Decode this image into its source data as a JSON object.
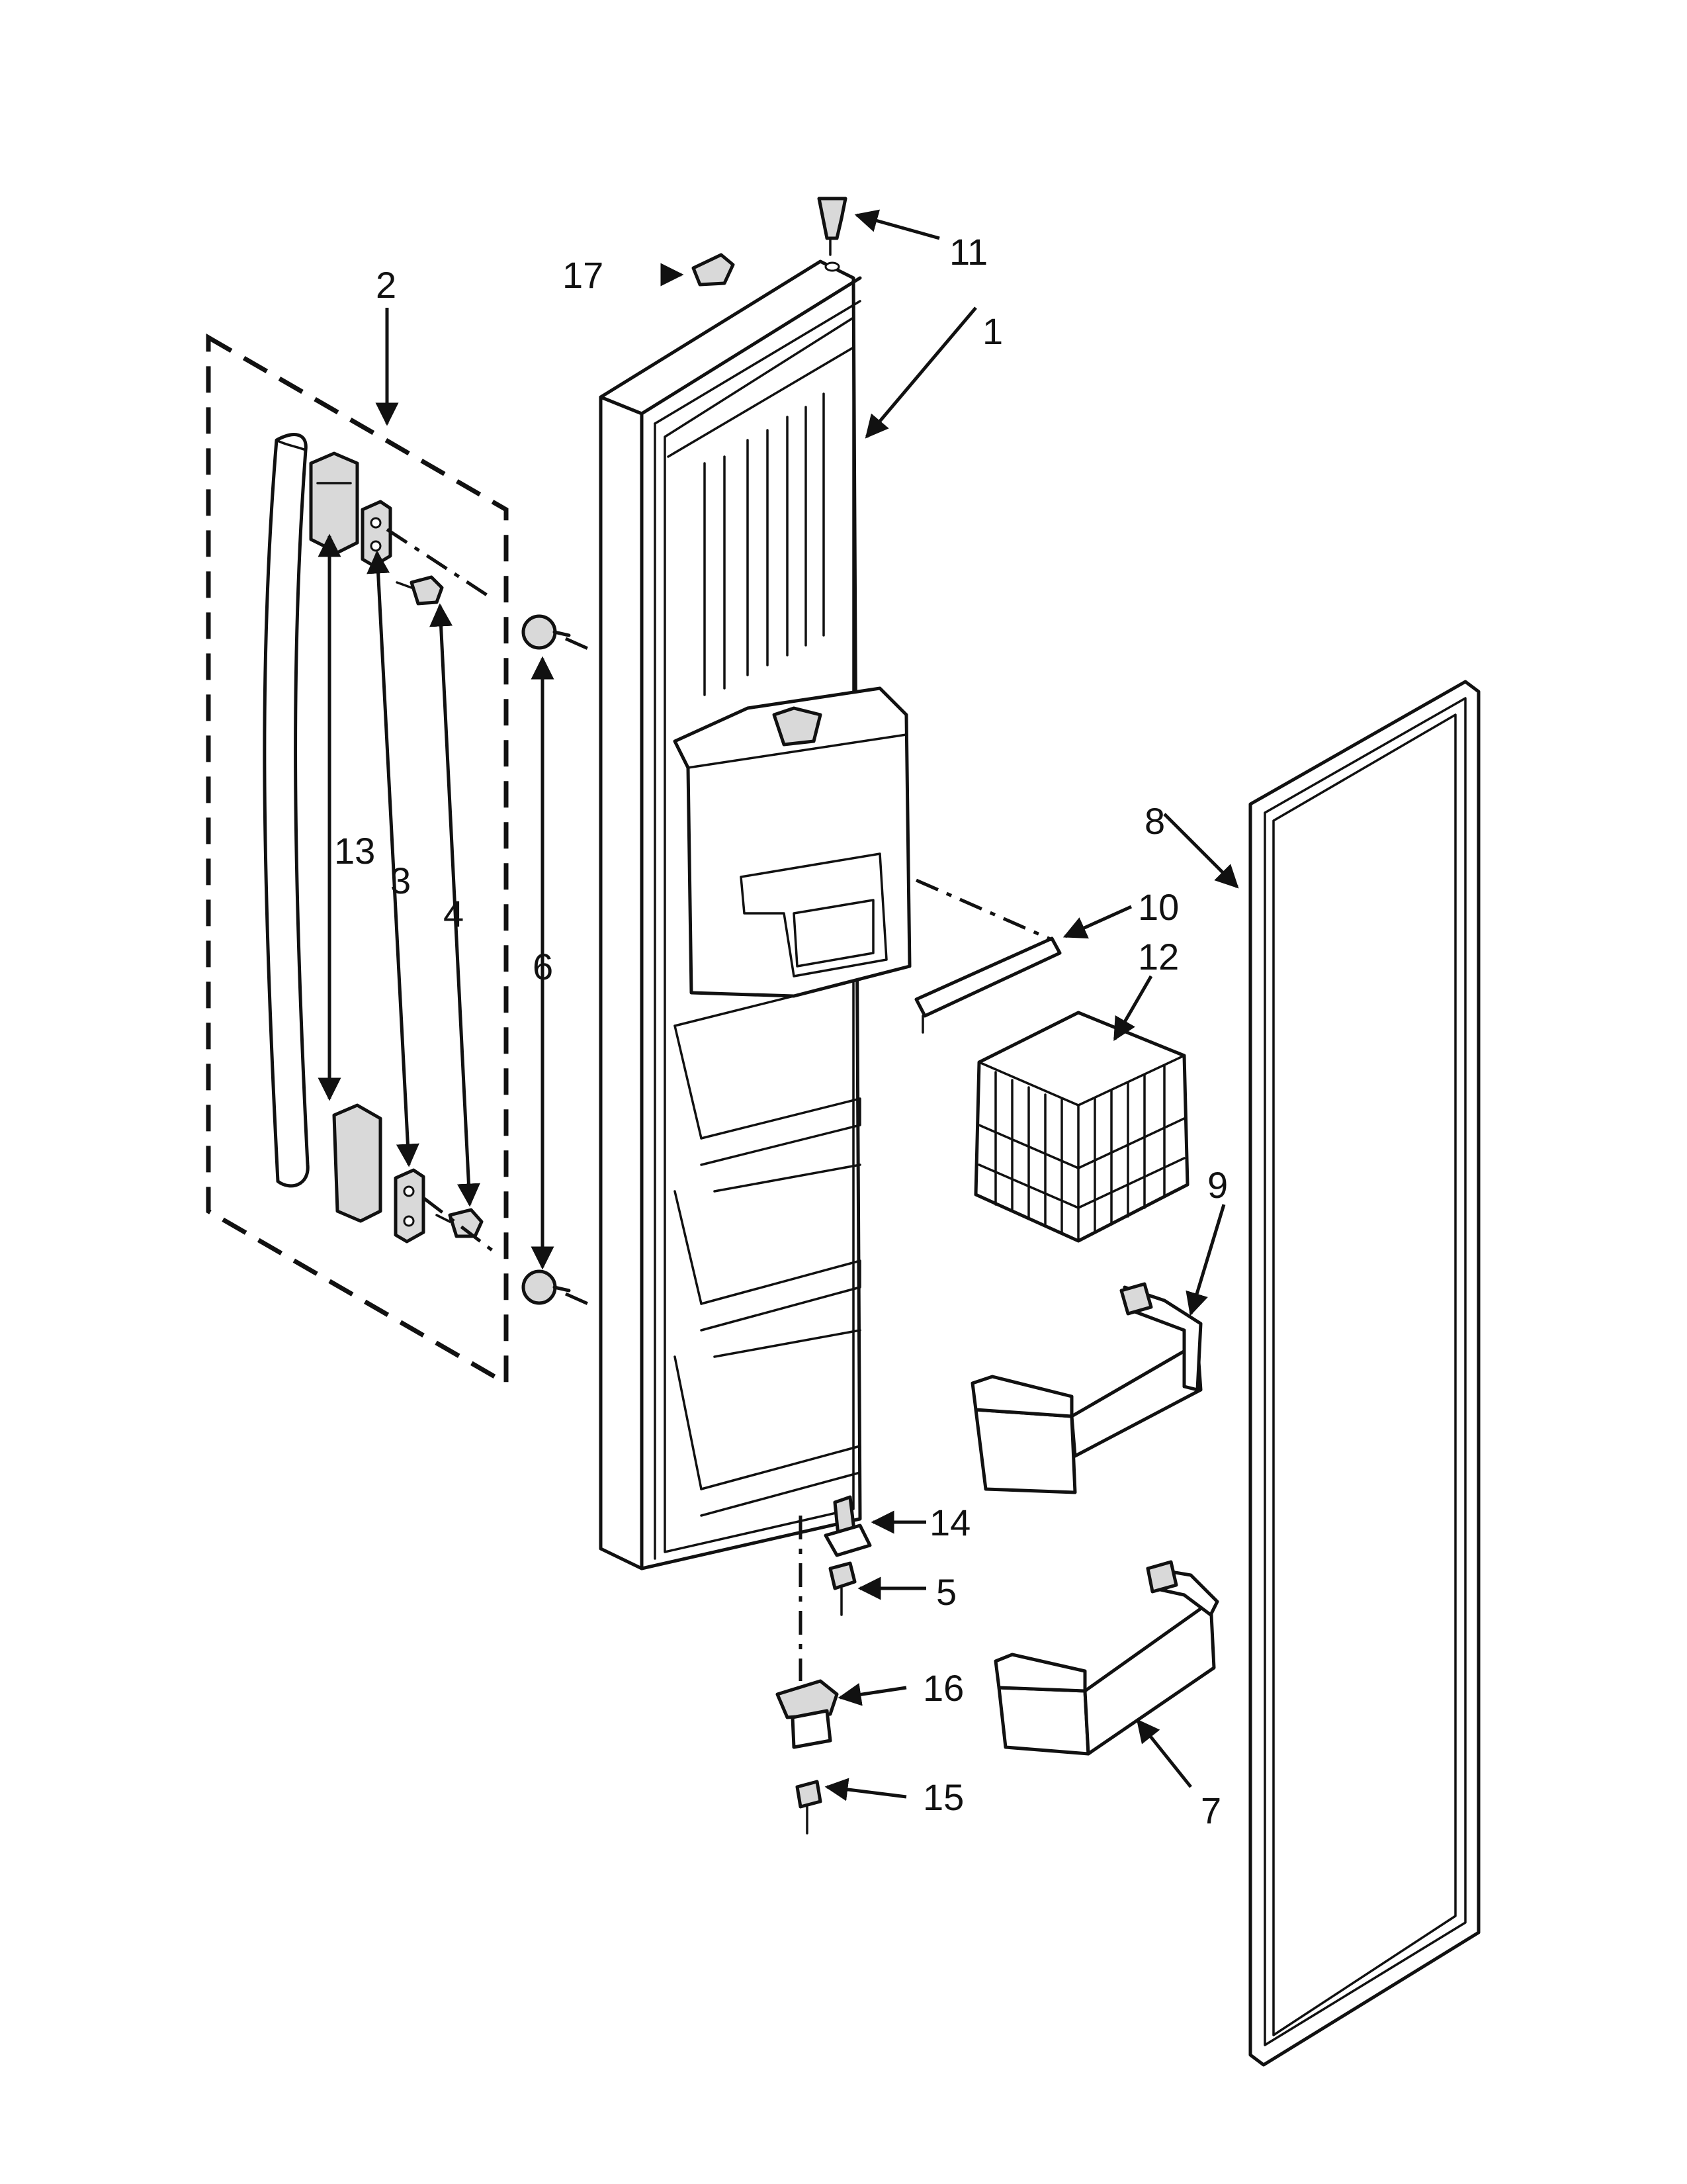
{
  "diagram": {
    "type": "exploded-parts-diagram",
    "callouts": [
      {
        "id": "c1",
        "text": "1"
      },
      {
        "id": "c2",
        "text": "2"
      },
      {
        "id": "c3",
        "text": "3"
      },
      {
        "id": "c4",
        "text": "4"
      },
      {
        "id": "c5",
        "text": "5"
      },
      {
        "id": "c6",
        "text": "6"
      },
      {
        "id": "c7",
        "text": "7"
      },
      {
        "id": "c8",
        "text": "8"
      },
      {
        "id": "c9",
        "text": "9"
      },
      {
        "id": "c10",
        "text": "10"
      },
      {
        "id": "c11",
        "text": "11"
      },
      {
        "id": "c12",
        "text": "12"
      },
      {
        "id": "c13",
        "text": "13"
      },
      {
        "id": "c14",
        "text": "14"
      },
      {
        "id": "c15",
        "text": "15"
      },
      {
        "id": "c16",
        "text": "16"
      },
      {
        "id": "c17",
        "text": "17"
      }
    ]
  }
}
